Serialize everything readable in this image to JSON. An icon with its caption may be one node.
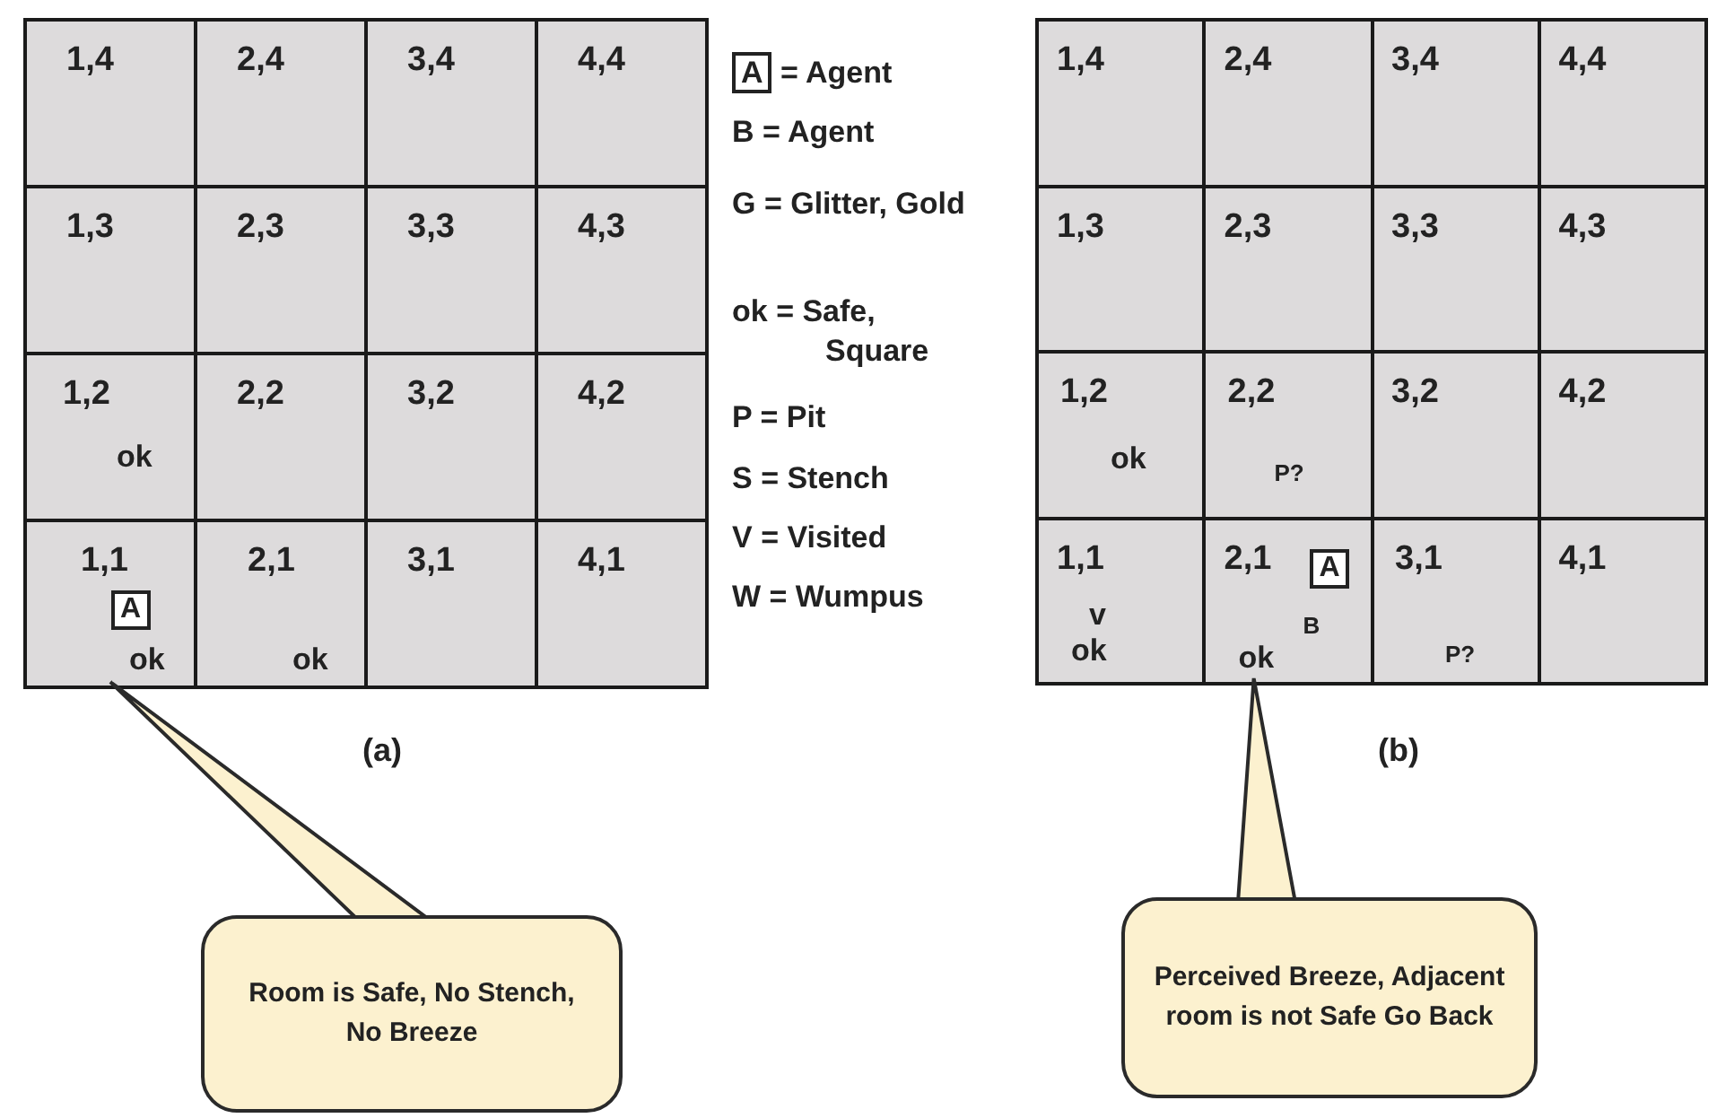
{
  "diagram": {
    "nodes": [
      {
        "text": [
          "1,4"
        ]
      },
      {
        "text": [
          "2,4"
        ]
      },
      {
        "text": [
          "3,4"
        ]
      },
      {
        "text": [
          "4,4"
        ]
      },
      {
        "text": [
          "1,3"
        ]
      },
      {
        "text": [
          "2,3"
        ]
      },
      {
        "text": [
          "3,3"
        ]
      },
      {
        "text": [
          "4,3"
        ]
      },
      {
        "text": [
          "1,2",
          "ok"
        ]
      },
      {
        "text": [
          "2,2"
        ]
      },
      {
        "text": [
          "3,2"
        ]
      },
      {
        "text": [
          "4,2"
        ]
      },
      {
        "text": [
          "1,1",
          "A",
          "ok"
        ]
      },
      {
        "text": [
          "2,1",
          "ok"
        ]
      },
      {
        "text": [
          "3,1"
        ]
      },
      {
        "text": [
          "4,1"
        ]
      },
      {
        "text": [
          "1,4"
        ]
      },
      {
        "text": [
          "2,4"
        ]
      },
      {
        "text": [
          "3,4"
        ]
      },
      {
        "text": [
          "4,4"
        ]
      },
      {
        "text": [
          "1,3"
        ]
      },
      {
        "text": [
          "2,3"
        ]
      },
      {
        "text": [
          "3,3"
        ]
      },
      {
        "text": [
          "4,3"
        ]
      },
      {
        "text": [
          "1,2",
          "ok"
        ]
      },
      {
        "text": [
          "2,2",
          "P?"
        ]
      },
      {
        "text": [
          "3,2"
        ]
      },
      {
        "text": [
          "4,2"
        ]
      },
      {
        "text": [
          "1,1",
          "v",
          "ok"
        ]
      },
      {
        "text": [
          "2,1",
          "A",
          "B",
          "ok"
        ]
      },
      {
        "text": [
          "3,1",
          "P?"
        ]
      },
      {
        "text": [
          "4,1"
        ]
      },
      {
        "text": [
          "Room is Safe, No Stench, No Breeze"
        ]
      },
      {
        "text": [
          "Perceived Breeze, Adjacent room is not Safe Go Back"
        ]
      }
    ],
    "edges": [
      {
        "from": 32,
        "to": 12,
        "arrow": "none"
      },
      {
        "from": 33,
        "to": 29,
        "arrow": "none"
      }
    ],
    "labels": [
      "(a)",
      "(b)"
    ],
    "legend": [
      {
        "text": "A = Agent"
      },
      {
        "text": "B = Agent"
      },
      {
        "text": "G = Glitter, Gold"
      },
      {
        "text": "ok = Safe, Square"
      },
      {
        "text": "P = Pit"
      },
      {
        "text": "S = Stench"
      },
      {
        "text": "V = Visited"
      },
      {
        "text": "W = Wumpus"
      }
    ]
  }
}
